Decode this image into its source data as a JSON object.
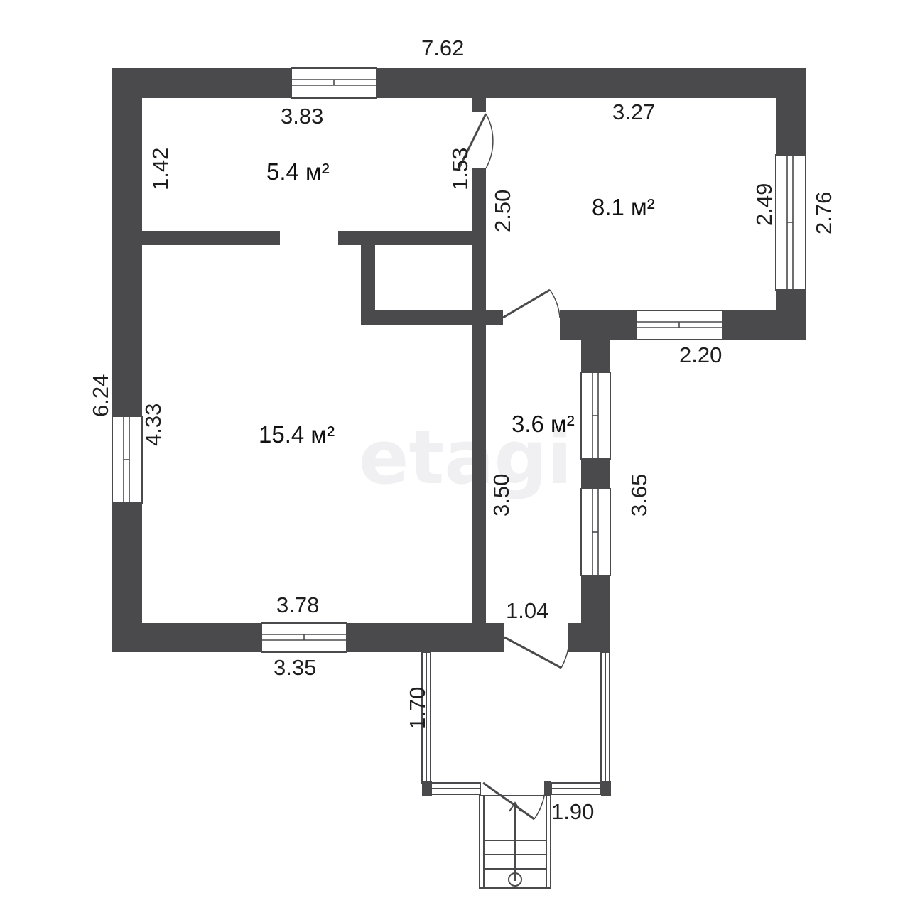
{
  "watermark": "etagi",
  "rooms": {
    "room_top_left": {
      "area": "5.4 м²"
    },
    "room_top_right": {
      "area": "8.1 м²"
    },
    "room_main": {
      "area": "15.4 м²"
    },
    "room_corridor": {
      "area": "3.6 м²"
    }
  },
  "dimensions": {
    "overall_width": "7.62",
    "top_left_width": "3.83",
    "top_right_width": "3.27",
    "top_left_height": "1.42",
    "door_opening": "1.53",
    "right_room_left_height": "2.50",
    "right_room_inner_height": "2.49",
    "right_room_outer_height": "2.76",
    "right_room_bottom": "2.20",
    "overall_height": "6.24",
    "main_room_height": "4.33",
    "corridor_height": "3.50",
    "corridor_outer_height": "3.65",
    "main_room_width": "3.78",
    "main_room_outer_width": "3.35",
    "corridor_width": "1.04",
    "porch_height": "1.70",
    "porch_width": "1.90"
  },
  "colors": {
    "wall": "#4a4a4d",
    "background": "#ffffff",
    "watermark": "#f0f0f2"
  }
}
